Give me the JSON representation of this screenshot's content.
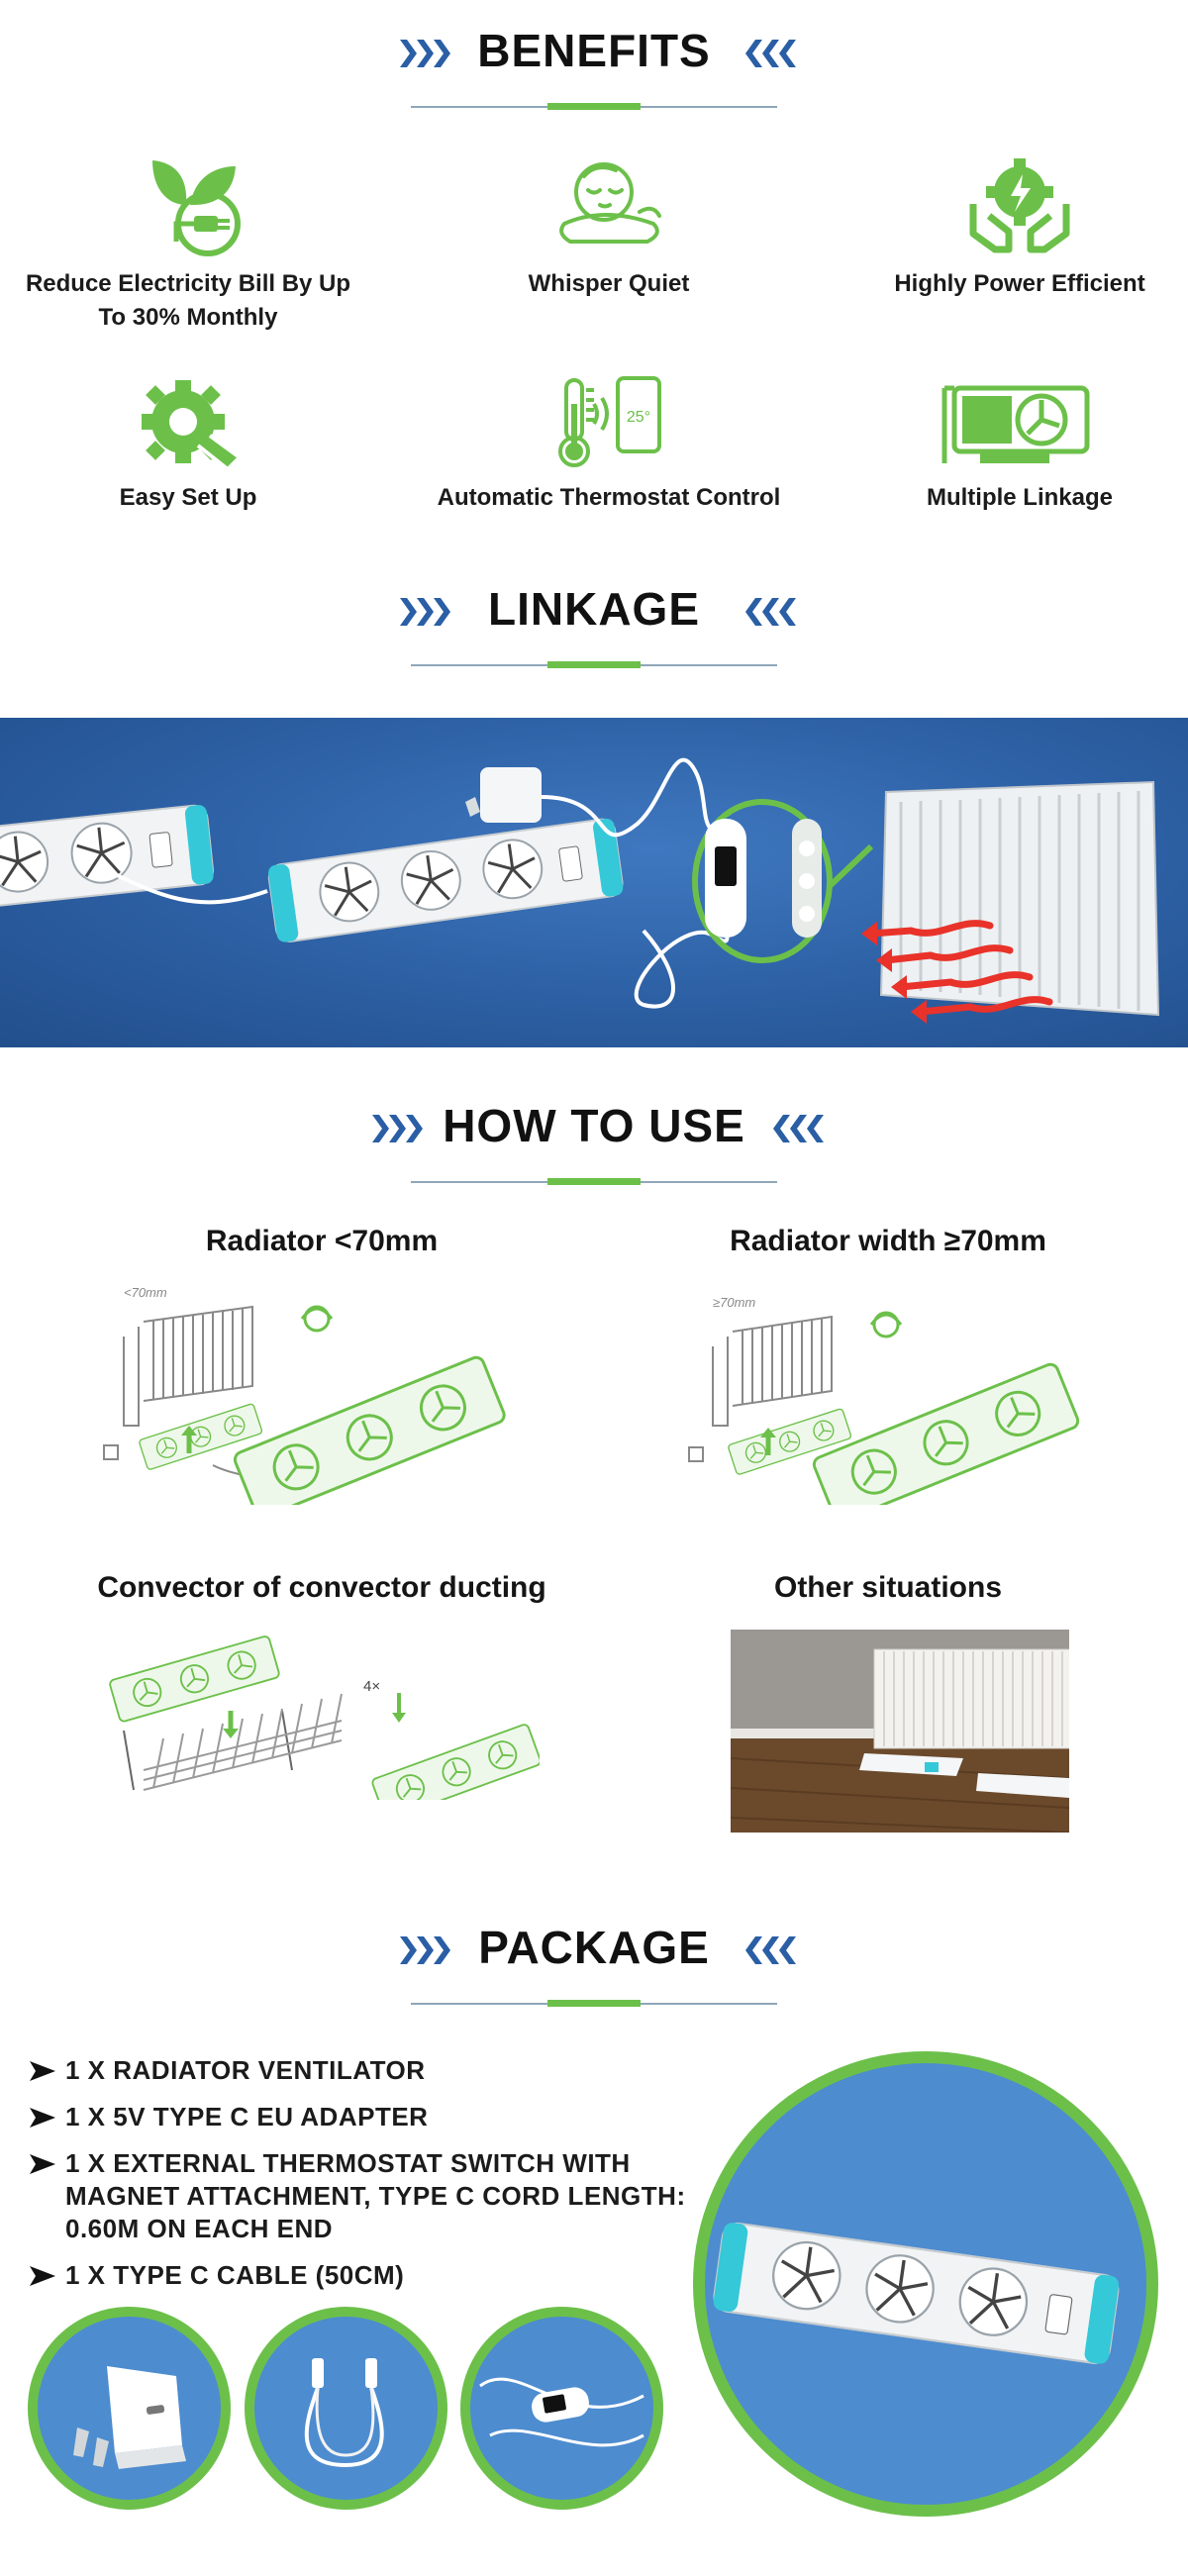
{
  "sections": {
    "benefits": "BENEFITS",
    "linkage": "LINKAGE",
    "how_to_use": "HOW TO USE",
    "package": "PACKAGE"
  },
  "benefits": [
    {
      "label": "Reduce Electricity Bill By Up To 30% Monthly",
      "icon": "plant-plug-icon"
    },
    {
      "label": "Whisper Quiet",
      "icon": "sleeping-baby-icon"
    },
    {
      "label": "Highly Power Efficient",
      "icon": "hands-gear-bolt-icon"
    },
    {
      "label": "Easy Set Up",
      "icon": "gear-wrench-icon"
    },
    {
      "label": "Automatic Thermostat Control",
      "icon": "thermometer-phone-icon"
    },
    {
      "label": "Multiple Linkage",
      "icon": "fan-card-icon"
    }
  ],
  "linkage": {
    "thermostat_display": "25°"
  },
  "how_to_use": [
    {
      "title": "Radiator <70mm",
      "note": "<70mm"
    },
    {
      "title": "Radiator width ≥70mm",
      "note": "≥70mm"
    },
    {
      "title": "Convector of convector ducting",
      "note": "4×"
    },
    {
      "title": "Other situations"
    }
  ],
  "package": {
    "items": [
      "1 X RADIATOR VENTILATOR",
      "1 X 5V TYPE C EU ADAPTER",
      "1 X EXTERNAL THERMOSTAT SWITCH WITH MAGNET ATTACHMENT, TYPE C CORD LENGTH: 0.60M ON EACH END",
      "1 X TYPE C CABLE (50CM)"
    ]
  },
  "colors": {
    "accent_green": "#6cc04a",
    "chevron_blue": "#2a5ea5",
    "banner_blue": "#2c5fa3",
    "circle_blue": "#4d8ccf"
  }
}
